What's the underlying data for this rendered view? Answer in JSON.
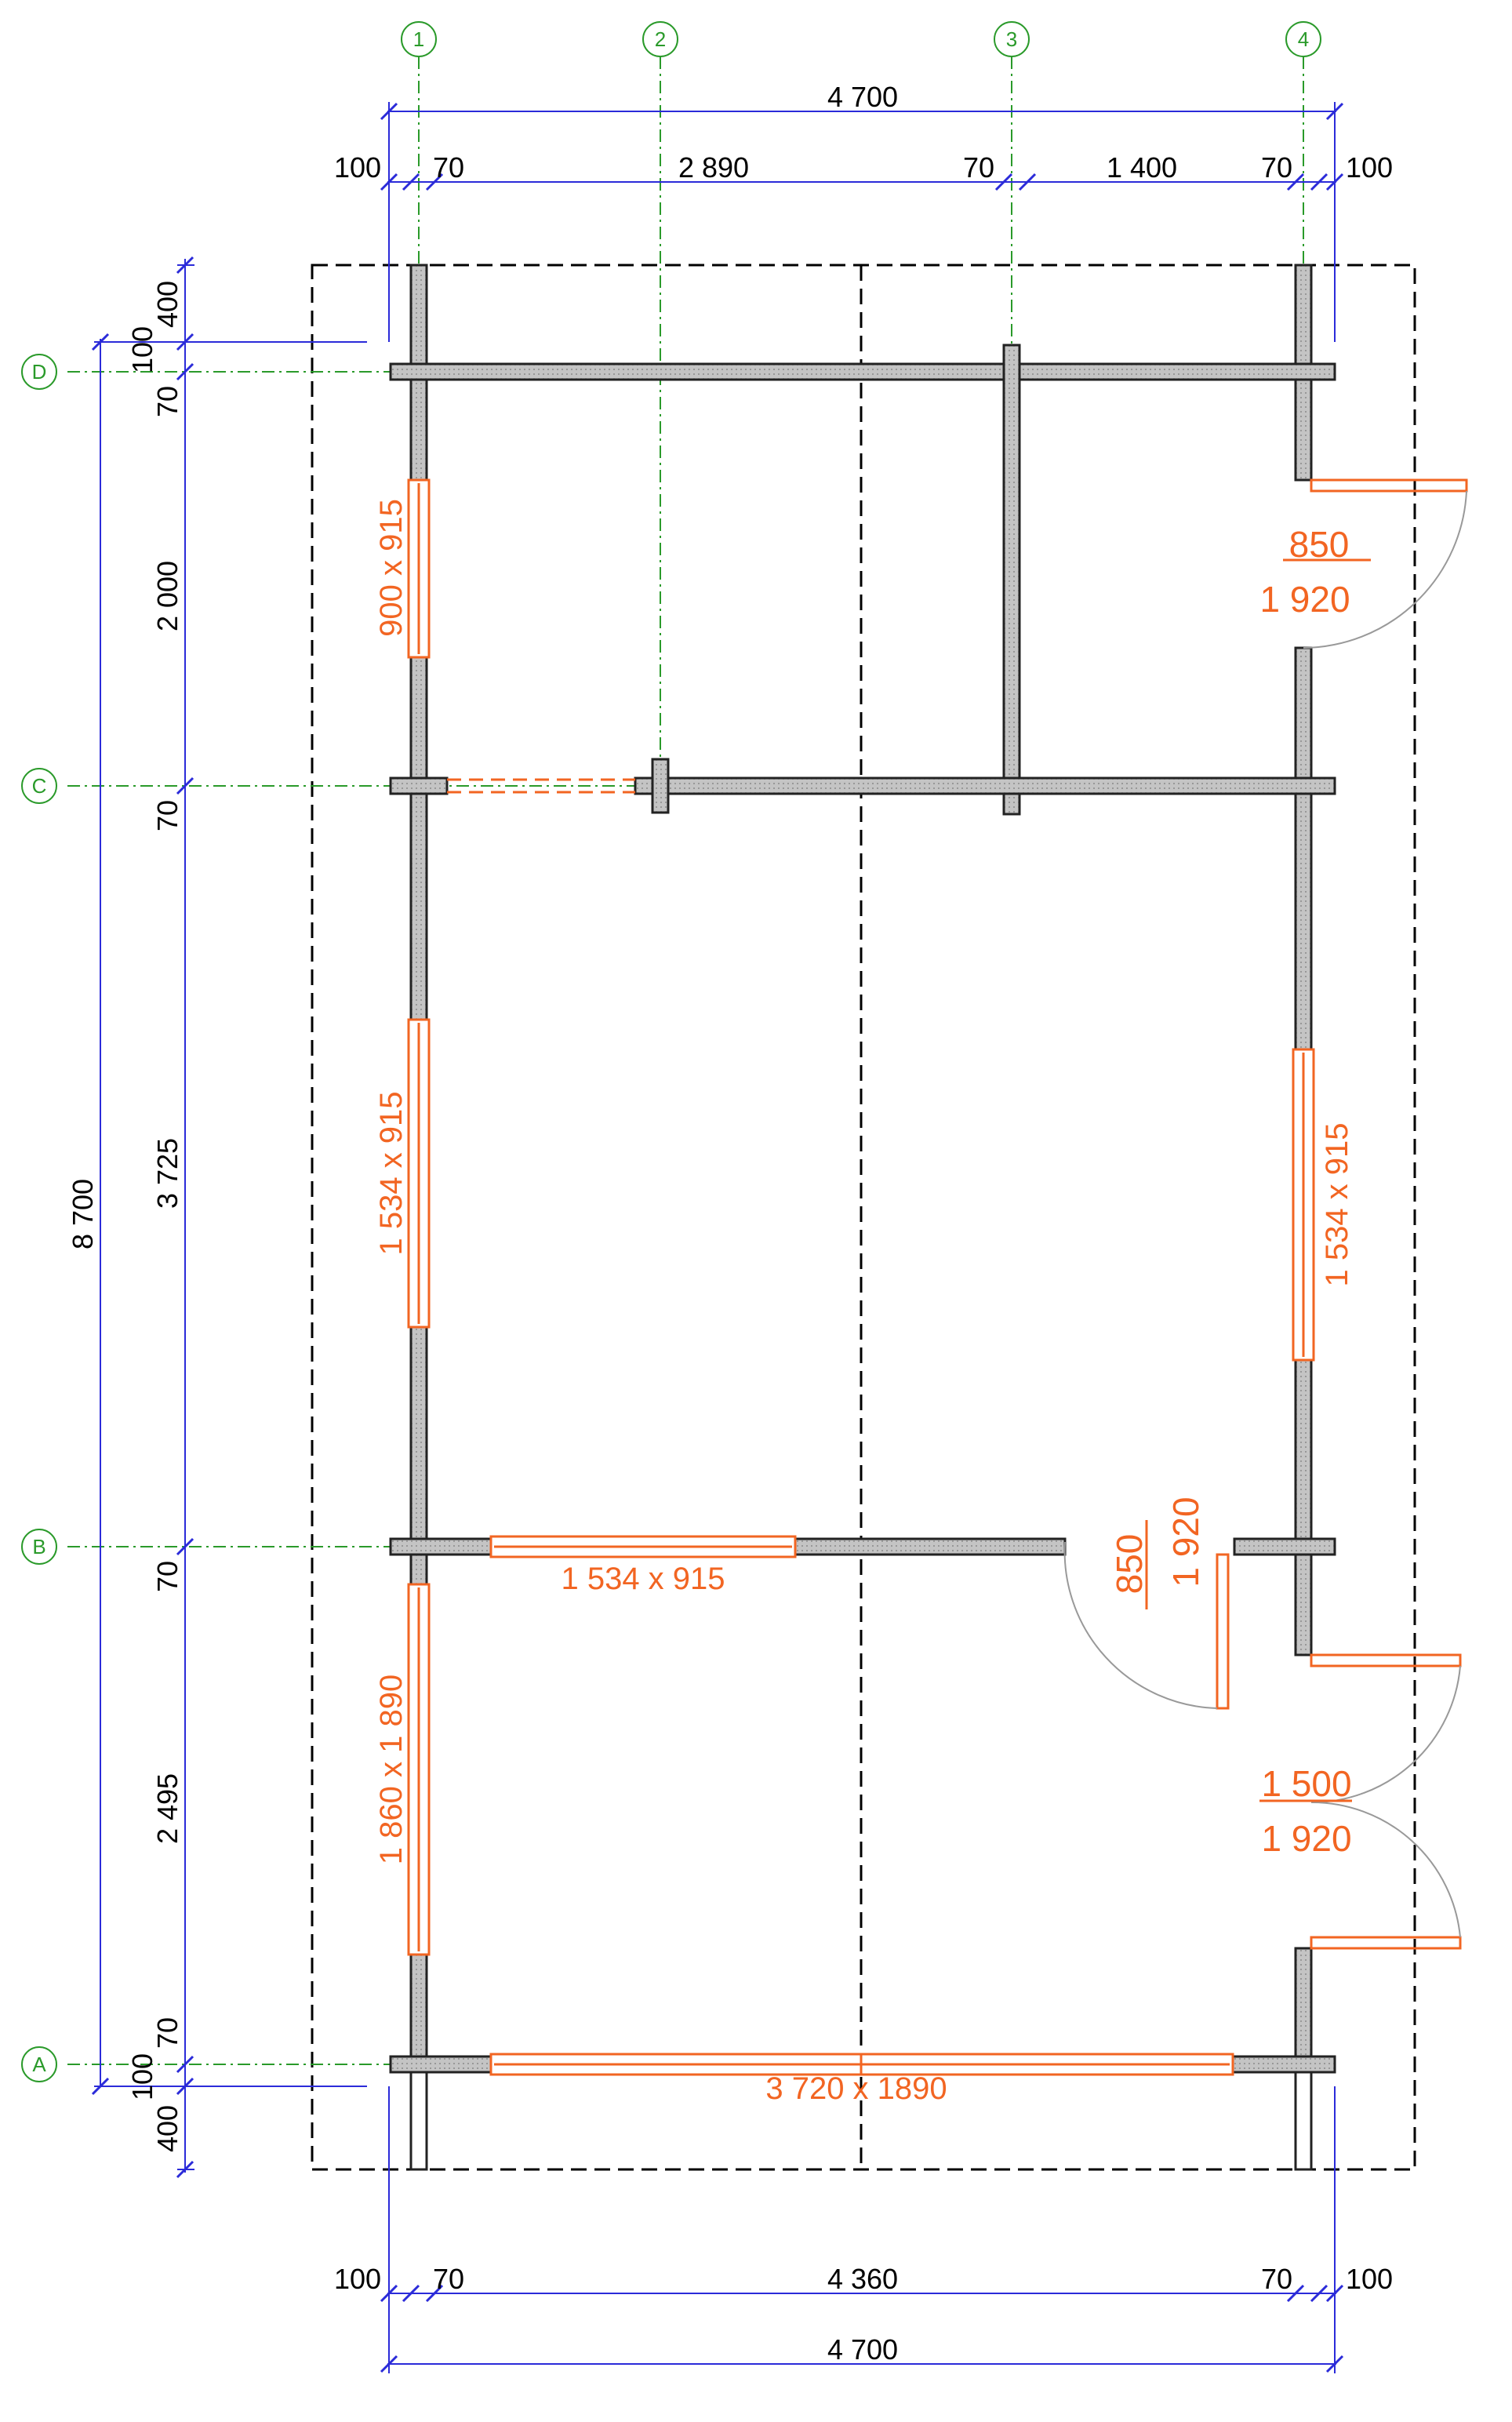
{
  "grid_axes": {
    "vertical": [
      "1",
      "2",
      "3",
      "4"
    ],
    "horizontal": [
      "A",
      "B",
      "C",
      "D"
    ]
  },
  "dimensions": {
    "top_total": "4 700",
    "top_chain": [
      "100",
      "70",
      "2 890",
      "70",
      "1 400",
      "70",
      "100"
    ],
    "bottom_total": "4 700",
    "bottom_chain": [
      "100",
      "70",
      "4 360",
      "70",
      "100"
    ],
    "left_total": "8 700",
    "left_chain": [
      "400",
      "100",
      "70",
      "2 000",
      "70",
      "3 725",
      "70",
      "2 495",
      "70",
      "100",
      "400"
    ]
  },
  "openings": {
    "win_left_top": "900 x 915",
    "win_left_mid": "1 534 x 915",
    "win_left_bottom": "1 860 x 1 890",
    "win_right": "1 534 x 915",
    "win_partition": "1 534 x 915",
    "win_bottom": "3 720 x 1890",
    "door_top_right_w": "850",
    "door_top_right_h": "1 920",
    "door_inner_w": "850",
    "door_inner_h": "1 920",
    "door_double_w": "1 500",
    "door_double_h": "1 920"
  },
  "colors": {
    "dimension": "#2b2bd9",
    "axis": "#2a9a2a",
    "opening": "#f26522",
    "wall_fill": "#b8b8b8",
    "wall_stroke": "#222222"
  }
}
